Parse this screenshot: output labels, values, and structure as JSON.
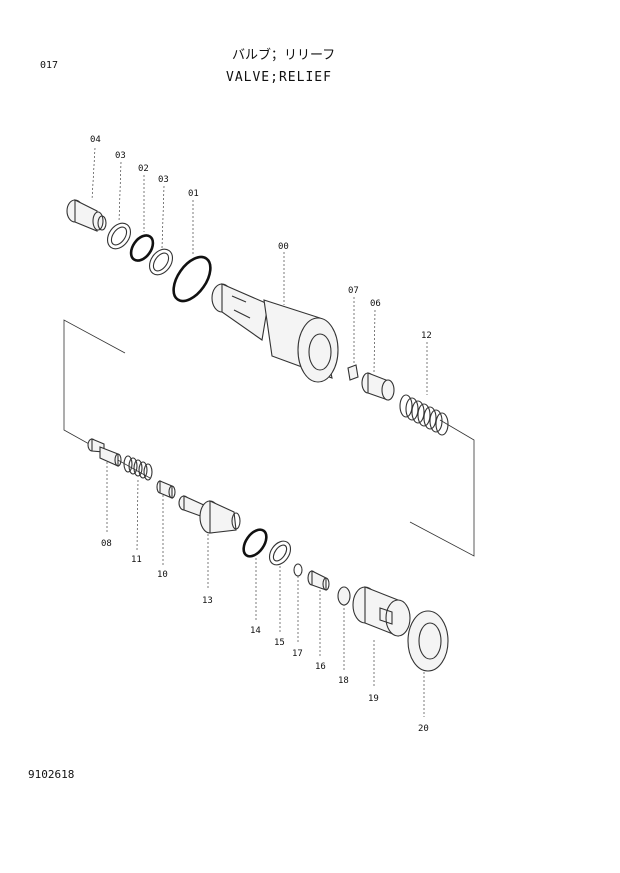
{
  "header": {
    "page_number": "017",
    "title_jp": "バルブ；リリーフ",
    "title_en": "VALVE;RELIEF"
  },
  "footer": {
    "doc_code": "9102618"
  },
  "parts": [
    {
      "label": "04",
      "icon": "plug-icon"
    },
    {
      "label": "03",
      "icon": "backup-ring-icon"
    },
    {
      "label": "02",
      "icon": "o-ring-icon"
    },
    {
      "label": "03",
      "icon": "backup-ring-icon"
    },
    {
      "label": "01",
      "icon": "o-ring-icon"
    },
    {
      "label": "00",
      "icon": "valve-body-icon"
    },
    {
      "label": "07",
      "icon": "set-screw-icon"
    },
    {
      "label": "06",
      "icon": "poppet-icon"
    },
    {
      "label": "12",
      "icon": "spring-icon"
    },
    {
      "label": "08",
      "icon": "piston-icon"
    },
    {
      "label": "11",
      "icon": "spring-icon"
    },
    {
      "label": "10",
      "icon": "sleeve-icon"
    },
    {
      "label": "13",
      "icon": "plunger-icon"
    },
    {
      "label": "14",
      "icon": "o-ring-icon"
    },
    {
      "label": "15",
      "icon": "backup-ring-icon"
    },
    {
      "label": "17",
      "icon": "o-ring-icon"
    },
    {
      "label": "16",
      "icon": "plug-icon"
    },
    {
      "label": "18",
      "icon": "washer-icon"
    },
    {
      "label": "19",
      "icon": "adjusting-screw-icon"
    },
    {
      "label": "20",
      "icon": "lock-nut-icon"
    }
  ]
}
